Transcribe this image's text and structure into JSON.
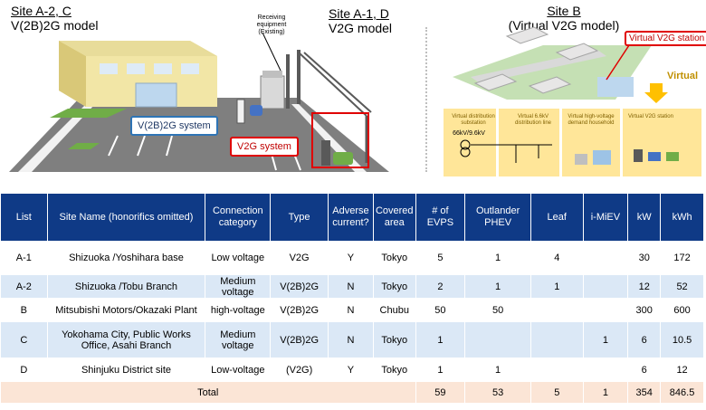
{
  "diagram": {
    "site_ac": {
      "title": "Site A-2, C",
      "subtitle": "V(2B)2G model"
    },
    "site_ad": {
      "title": "Site A-1, D",
      "subtitle": "V2G model"
    },
    "site_b": {
      "title": "Site B",
      "subtitle": "(Virtual V2G model)"
    },
    "receiving_label": "Receiving equipment",
    "existing_label": "(Existing)",
    "v2b2g_system": "V(2B)2G system",
    "v2g_system": "V2G system",
    "virtual_v2g_station": "Virtual V2G station",
    "virtual_label": "Virtual",
    "virtual_dist_substation": "Virtual distribution substation",
    "virtual_66kv_line": "Virtual 6.6kV distribution line",
    "virtual_hv_household": "Virtual high-voltage demand household",
    "virtual_v2g_station_small": "Virtual V2G station",
    "voltage_label": "66kV/9.6kV"
  },
  "table": {
    "headers": [
      "List",
      "Site Name (honorifics omitted)",
      "Connection category",
      "Type",
      "Adverse current?",
      "Covered area",
      "# of EVPS",
      "Outlander PHEV",
      "Leaf",
      "i-MiEV",
      "kW",
      "kWh"
    ],
    "rows": [
      [
        "A-1",
        "Shizuoka /Yoshihara base",
        "Low voltage",
        "V2G",
        "Y",
        "Tokyo",
        "5",
        "1",
        "4",
        "",
        "30",
        "172"
      ],
      [
        "A-2",
        "Shizuoka /Tobu Branch",
        "Medium voltage",
        "V(2B)2G",
        "N",
        "Tokyo",
        "2",
        "1",
        "1",
        "",
        "12",
        "52"
      ],
      [
        "B",
        "Mitsubishi Motors/Okazaki Plant",
        "high-voltage",
        "V(2B)2G",
        "N",
        "Chubu",
        "50",
        "50",
        "",
        "",
        "300",
        "600"
      ],
      [
        "C",
        "Yokohama City, Public Works Office, Asahi Branch",
        "Medium voltage",
        "V(2B)2G",
        "N",
        "Tokyo",
        "1",
        "",
        "",
        "1",
        "6",
        "10.5"
      ],
      [
        "D",
        "Shinjuku District site",
        "Low-voltage",
        "(V2G)",
        "Y",
        "Tokyo",
        "1",
        "1",
        "",
        "",
        "6",
        "12"
      ]
    ],
    "total": {
      "label": "Total",
      "values": [
        "59",
        "53",
        "5",
        "1",
        "354",
        "846.5"
      ]
    }
  }
}
